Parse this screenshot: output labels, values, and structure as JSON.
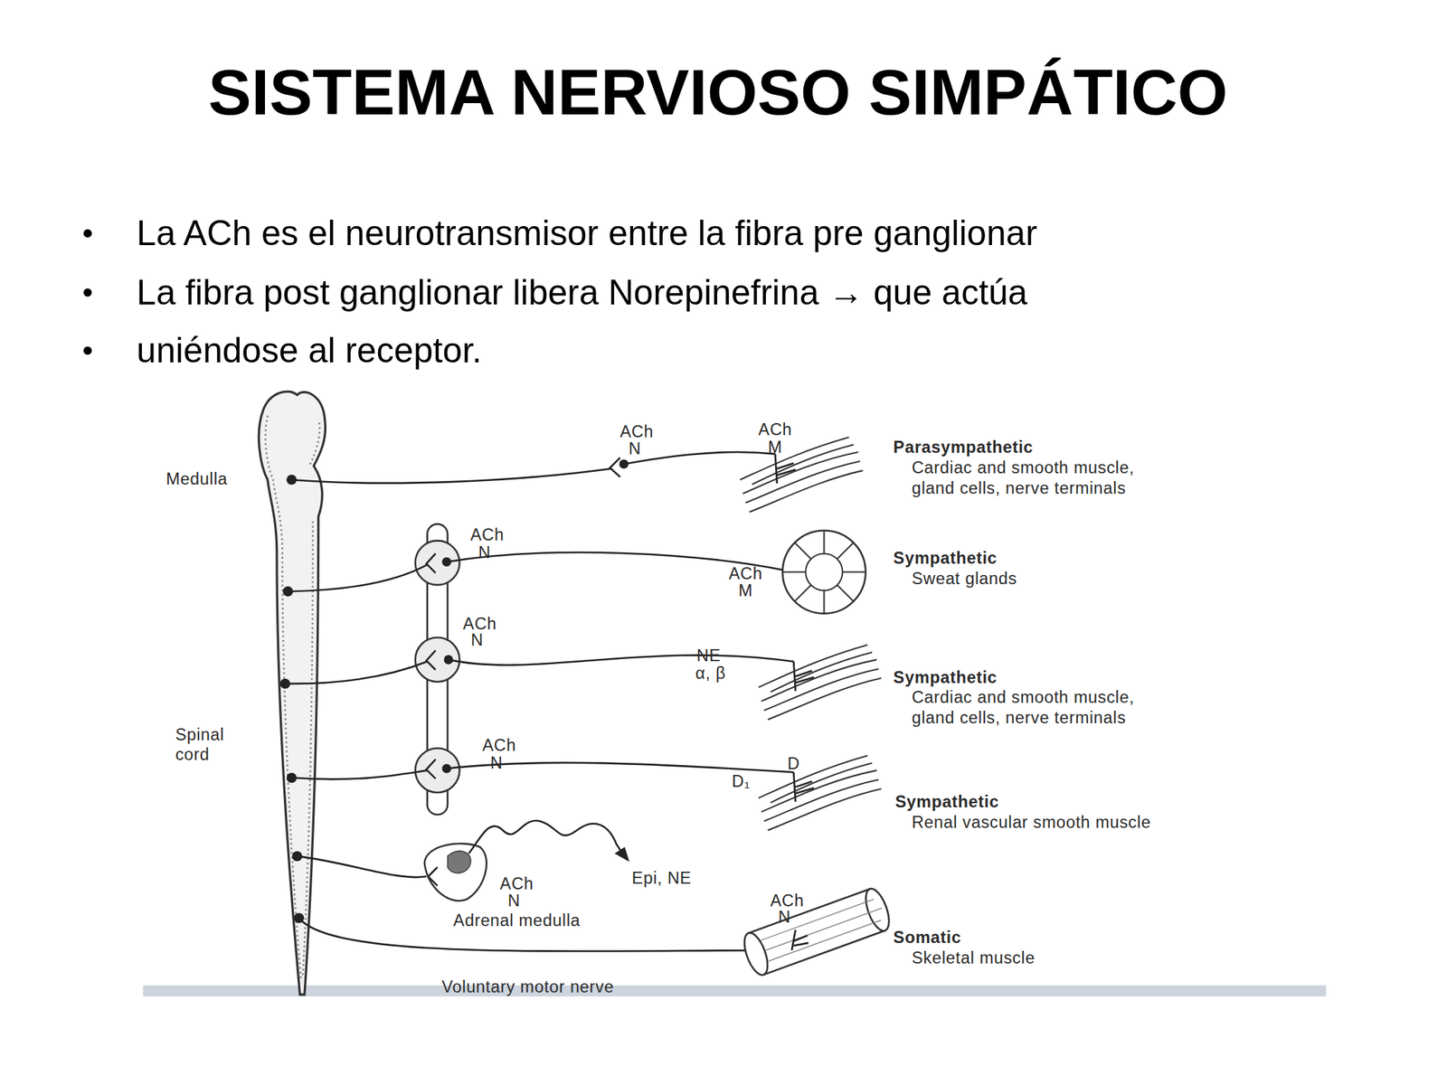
{
  "diagram": {
    "title": "SISTEMA NERVIOSO SIMPÁTICO",
    "labels": [
      "La ACh es el neurotransmisor entre la fibra pre ganglionar",
      "La fibra post ganglionar libera Norepinefrina → que actúa",
      "uniéndose al receptor.",
      "ACh",
      "N",
      "ACh",
      "M",
      "Parasympathetic",
      "Cardiac and smooth muscle, gland cells, nerve terminals",
      "Medulla",
      "ACh",
      "N",
      "ACh",
      "M",
      "Sympathetic",
      "Sweat glands",
      "ACh",
      "N",
      "NE",
      "α, β",
      "Sympathetic",
      "Cardiac and smooth muscle, gland cells, nerve terminals",
      "Spinal cord",
      "ACh",
      "N",
      "D",
      "D₁",
      "Sympathetic",
      "Renal vascular smooth muscle",
      "ACh",
      "N",
      "Epi, NE",
      "Adrenal medulla",
      "ACh",
      "N",
      "Somatic",
      "Skeletal muscle",
      "Voluntary motor nerve"
    ]
  }
}
